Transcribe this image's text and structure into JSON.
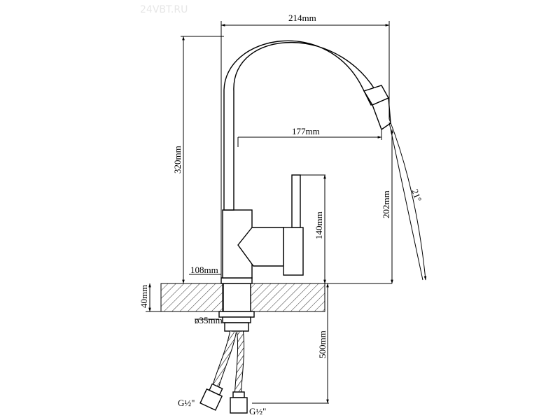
{
  "watermark": "24VBT.RU",
  "dimensions": {
    "spout_reach_total": "214mm",
    "spout_reach": "177mm",
    "total_height": "320mm",
    "spout_height": "202mm",
    "handle_height": "140mm",
    "base_height": "108mm",
    "counter_thickness": "40mm",
    "mount_diameter": "ø35mm",
    "hose_length": "500mm",
    "angle": "21°",
    "thread_left": "G½\"",
    "thread_right": "G½\""
  },
  "colors": {
    "line": "#000000",
    "watermark": "#e6e6e6",
    "background": "#ffffff"
  }
}
